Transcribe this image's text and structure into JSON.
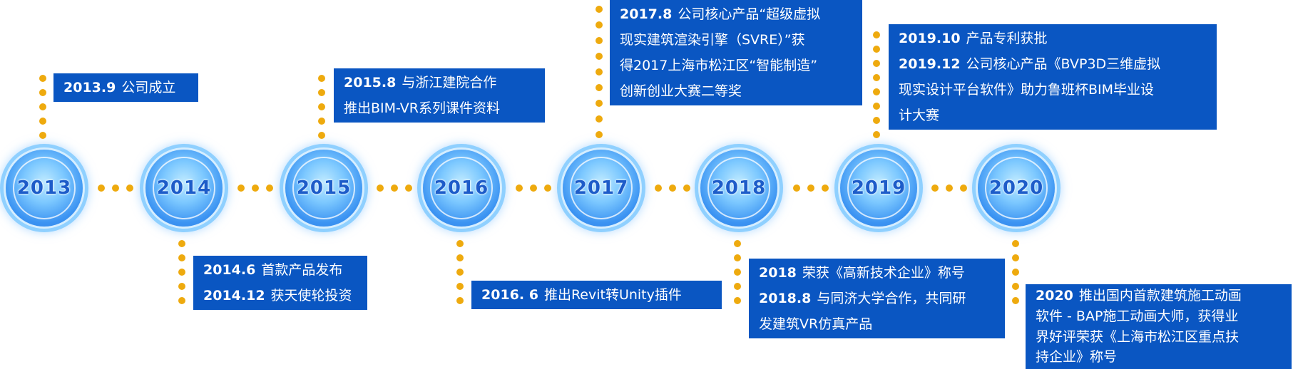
{
  "colors": {
    "accent": "#0a56c2",
    "dots": "#eeaa0e",
    "node": "#3b93f2",
    "year_text": "#1d5cc9"
  },
  "years": [
    "2013",
    "2014",
    "2015",
    "2016",
    "2017",
    "2018",
    "2019",
    "2020"
  ],
  "events": {
    "e2013": [
      {
        "date": "2013.9",
        "text": "公司成立"
      }
    ],
    "e2014": [
      {
        "date": "2014.6",
        "text": "首款产品发布"
      },
      {
        "date": "2014.12",
        "text": "获天使轮投资"
      }
    ],
    "e2015": [
      {
        "date": "2015.8",
        "text": "与浙江建院合作"
      },
      {
        "date": "",
        "text": "推出BIM-VR系列课件资料"
      }
    ],
    "e2016": [
      {
        "date": "2016. 6",
        "text": "推出Revit转Unity插件"
      }
    ],
    "e2017": [
      {
        "date": "2017.8",
        "text": "公司核心产品“超级虚拟"
      },
      {
        "date": "",
        "text": "现实建筑渲染引擎（SVRE）”获"
      },
      {
        "date": "",
        "text": "得2017上海市松江区“智能制造”"
      },
      {
        "date": "",
        "text": "创新创业大赛二等奖"
      }
    ],
    "e2018": [
      {
        "date": "2018",
        "text": "荣获《高新技术企业》称号"
      },
      {
        "date": "2018.8",
        "text": "与同济大学合作，共同研"
      },
      {
        "date": "",
        "text": "发建筑VR仿真产品"
      }
    ],
    "e2019": [
      {
        "date": "2019.10",
        "text": "产品专利获批"
      },
      {
        "date": "2019.12",
        "text": "公司核心产品《BVP3D三维虚拟"
      },
      {
        "date": "",
        "text": "现实设计平台软件》助力鲁班杯BIM毕业设"
      },
      {
        "date": "",
        "text": "计大赛"
      }
    ],
    "e2020": [
      {
        "date": "2020",
        "text": "推出国内首款建筑施工动画"
      },
      {
        "date": "",
        "text": "软件 - BAP施工动画大师，获得业"
      },
      {
        "date": "",
        "text": "界好评荣获《上海市松江区重点扶"
      },
      {
        "date": "",
        "text": "持企业》称号"
      }
    ]
  }
}
